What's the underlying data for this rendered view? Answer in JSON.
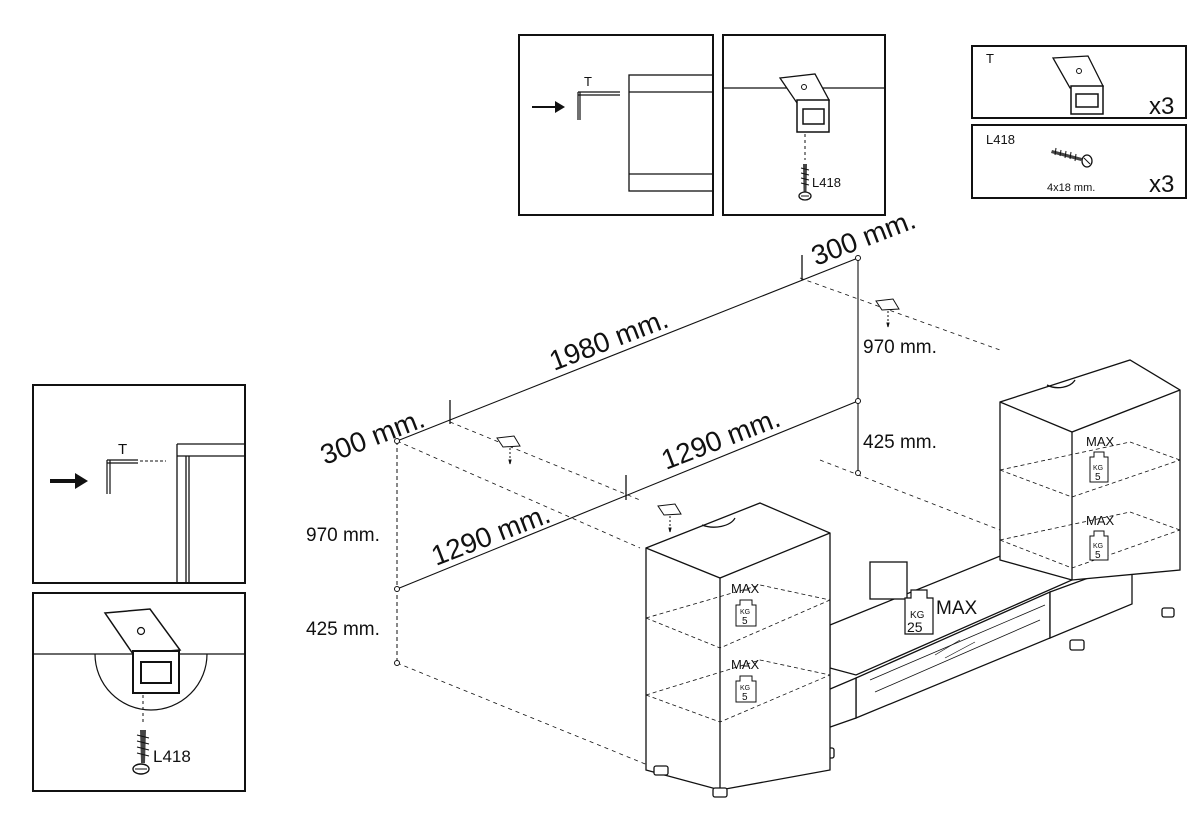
{
  "inset_top_left": {
    "part_label": "T"
  },
  "inset_top_right": {
    "screw_label": "L418"
  },
  "parts": [
    {
      "code": "T",
      "qty": "x3",
      "size": ""
    },
    {
      "code": "L418",
      "qty": "x3",
      "size": "4x18 mm."
    }
  ],
  "inset_left_top": {
    "part_label": "T"
  },
  "inset_left_bottom": {
    "screw_label": "L418"
  },
  "dimensions": {
    "depth_top_right": "300 mm.",
    "width_top": "1980 mm.",
    "depth_left": "300 mm.",
    "width_back_lower": "1290 mm.",
    "width_front_lower": "1290 mm.",
    "height_right_upper": "970 mm.",
    "height_right_lower": "425 mm.",
    "height_left_upper": "970 mm.",
    "height_left_lower": "425 mm."
  },
  "load_labels": {
    "max": "MAX",
    "kg": "KG",
    "shelf_load": "5",
    "top_load": "25"
  }
}
